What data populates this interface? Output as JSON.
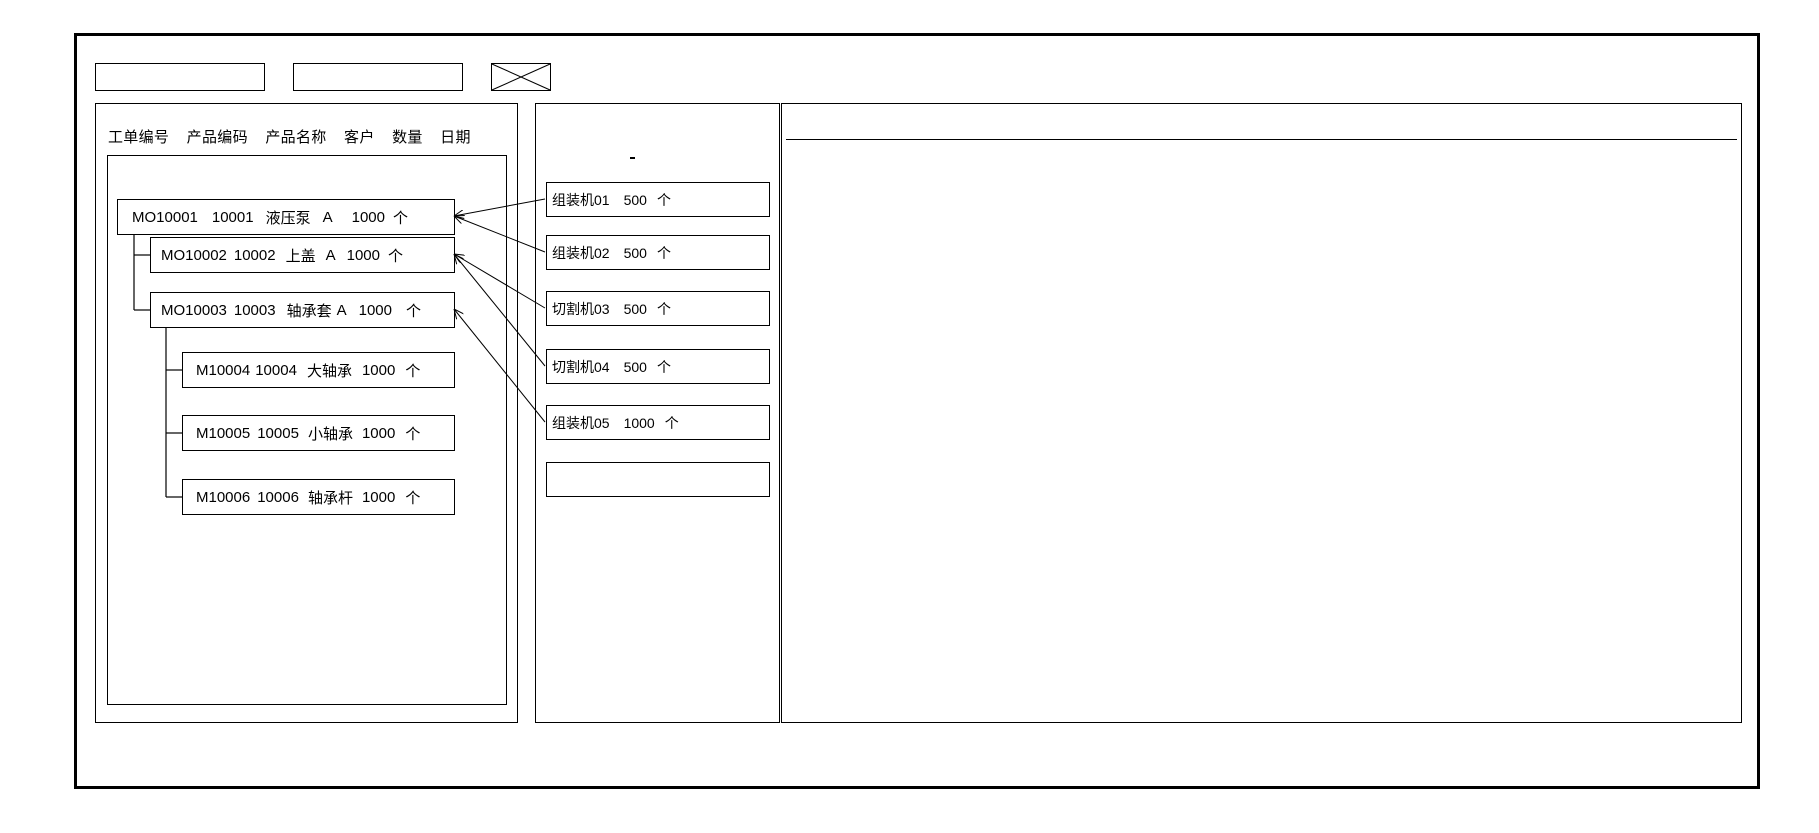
{
  "window": {
    "title": ""
  },
  "toolbar": {
    "items": [
      {
        "name": "toolbar-field-1",
        "label": "",
        "type": "box"
      },
      {
        "name": "toolbar-field-2",
        "label": "",
        "type": "box"
      },
      {
        "name": "placeholder-image-icon",
        "label": "",
        "type": "crossed-box"
      }
    ]
  },
  "left_panel": {
    "columns": [
      "工单编号",
      "产品编码",
      "产品名称",
      "客户",
      "数量",
      "日期"
    ],
    "rows": [
      {
        "id": "row-1",
        "order_no": "MO10001",
        "product_code": "10001",
        "product_name": "液压泵",
        "customer": "A",
        "qty": "1000",
        "unit": "个",
        "level": 0
      },
      {
        "id": "row-2",
        "order_no": "MO10002",
        "product_code": "10002",
        "product_name": "上盖",
        "customer": "A",
        "qty": "1000",
        "unit": "个",
        "level": 1
      },
      {
        "id": "row-3",
        "order_no": "MO10003",
        "product_code": "10003",
        "product_name": "轴承套",
        "customer": "A",
        "qty": "1000",
        "unit": "个",
        "level": 1
      },
      {
        "id": "row-4",
        "order_no": "M10004",
        "product_code": "10004",
        "product_name": "大轴承",
        "customer": "",
        "qty": "1000",
        "unit": "个",
        "level": 2
      },
      {
        "id": "row-5",
        "order_no": "M10005",
        "product_code": "10005",
        "product_name": "小轴承",
        "customer": "",
        "qty": "1000",
        "unit": "个",
        "level": 2
      },
      {
        "id": "row-6",
        "order_no": "M10006",
        "product_code": "10006",
        "product_name": "轴承杆",
        "customer": "",
        "qty": "1000",
        "unit": "个",
        "level": 2
      }
    ]
  },
  "mid_panel": {
    "machines": [
      {
        "id": "machine-1",
        "name": "组装机01",
        "qty": "500",
        "unit": "个"
      },
      {
        "id": "machine-2",
        "name": "组装机02",
        "qty": "500",
        "unit": "个"
      },
      {
        "id": "machine-3",
        "name": "切割机03",
        "qty": "500",
        "unit": "个"
      },
      {
        "id": "machine-4",
        "name": "切割机04",
        "qty": "500",
        "unit": "个"
      },
      {
        "id": "machine-5",
        "name": "组装机05",
        "qty": "1000",
        "unit": "个"
      },
      {
        "id": "machine-6",
        "name": "",
        "qty": "",
        "unit": ""
      }
    ]
  },
  "right_panel": {
    "header": "",
    "body": ""
  },
  "colors": {
    "stroke": "#000000",
    "background": "#ffffff"
  }
}
